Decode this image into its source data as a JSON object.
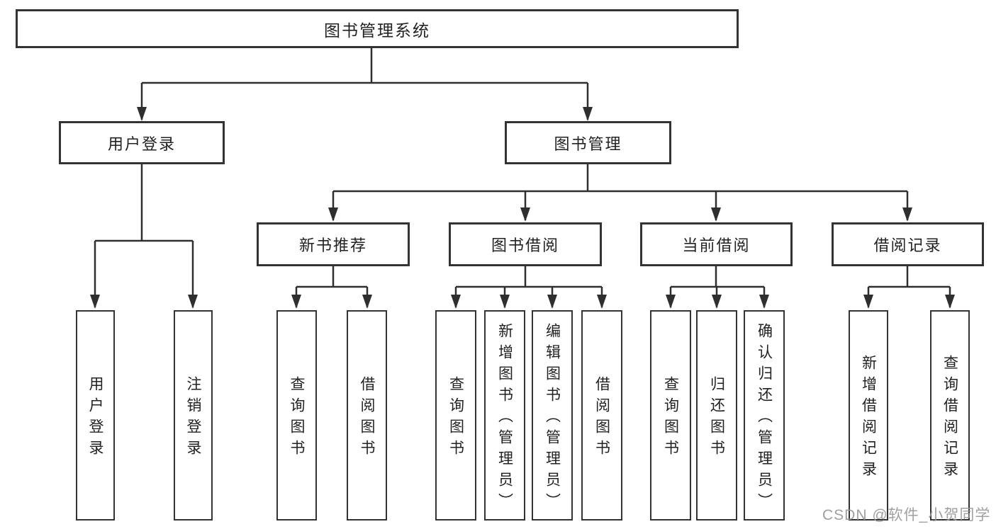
{
  "diagram": {
    "type": "hierarchy-tree",
    "title": "图书管理系统",
    "nodes": {
      "root": {
        "label": "图书管理系统"
      },
      "user_login": {
        "label": "用户登录"
      },
      "book_mgmt": {
        "label": "图书管理"
      },
      "new_book_rec": {
        "label": "新书推荐"
      },
      "book_borrow": {
        "label": "图书借阅"
      },
      "current_borrow": {
        "label": "当前借阅"
      },
      "borrow_records": {
        "label": "借阅记录"
      },
      "leaf_user_login": {
        "label": "用户登录"
      },
      "leaf_logout": {
        "label": "注销登录"
      },
      "leaf_query_book_rec": {
        "label": "查询图书"
      },
      "leaf_borrow_book_rec": {
        "label": "借阅图书"
      },
      "leaf_query_book_borrow": {
        "label": "查询图书"
      },
      "leaf_add_book_admin": {
        "label": "新增图书（管理员）"
      },
      "leaf_edit_book_admin": {
        "label": "编辑图书（管理员）"
      },
      "leaf_borrow_book_borrow": {
        "label": "借阅图书"
      },
      "leaf_query_book_current": {
        "label": "查询图书"
      },
      "leaf_return_book": {
        "label": "归还图书"
      },
      "leaf_confirm_return_admin": {
        "label": "确认归还（管理员）"
      },
      "leaf_add_borrow_record": {
        "label": "新增借阅记录"
      },
      "leaf_query_borrow_record": {
        "label": "查询借阅记录"
      }
    },
    "edges": [
      [
        "图书管理系统",
        "用户登录"
      ],
      [
        "图书管理系统",
        "图书管理"
      ],
      [
        "用户登录",
        "用户登录"
      ],
      [
        "用户登录",
        "注销登录"
      ],
      [
        "图书管理",
        "新书推荐"
      ],
      [
        "图书管理",
        "图书借阅"
      ],
      [
        "图书管理",
        "当前借阅"
      ],
      [
        "图书管理",
        "借阅记录"
      ],
      [
        "新书推荐",
        "查询图书"
      ],
      [
        "新书推荐",
        "借阅图书"
      ],
      [
        "图书借阅",
        "查询图书"
      ],
      [
        "图书借阅",
        "新增图书（管理员）"
      ],
      [
        "图书借阅",
        "编辑图书（管理员）"
      ],
      [
        "图书借阅",
        "借阅图书"
      ],
      [
        "当前借阅",
        "查询图书"
      ],
      [
        "当前借阅",
        "归还图书"
      ],
      [
        "当前借阅",
        "确认归还（管理员）"
      ],
      [
        "借阅记录",
        "新增借阅记录"
      ],
      [
        "借阅记录",
        "查询借阅记录"
      ]
    ],
    "colors": {
      "background": "#ffffff",
      "box_fill": "#ffffff",
      "box_border": "#333333",
      "line": "#2f2f2f",
      "text": "#222222",
      "watermark": "#989898"
    }
  },
  "watermark": {
    "text": "CSDN @软件_小贺同学"
  }
}
